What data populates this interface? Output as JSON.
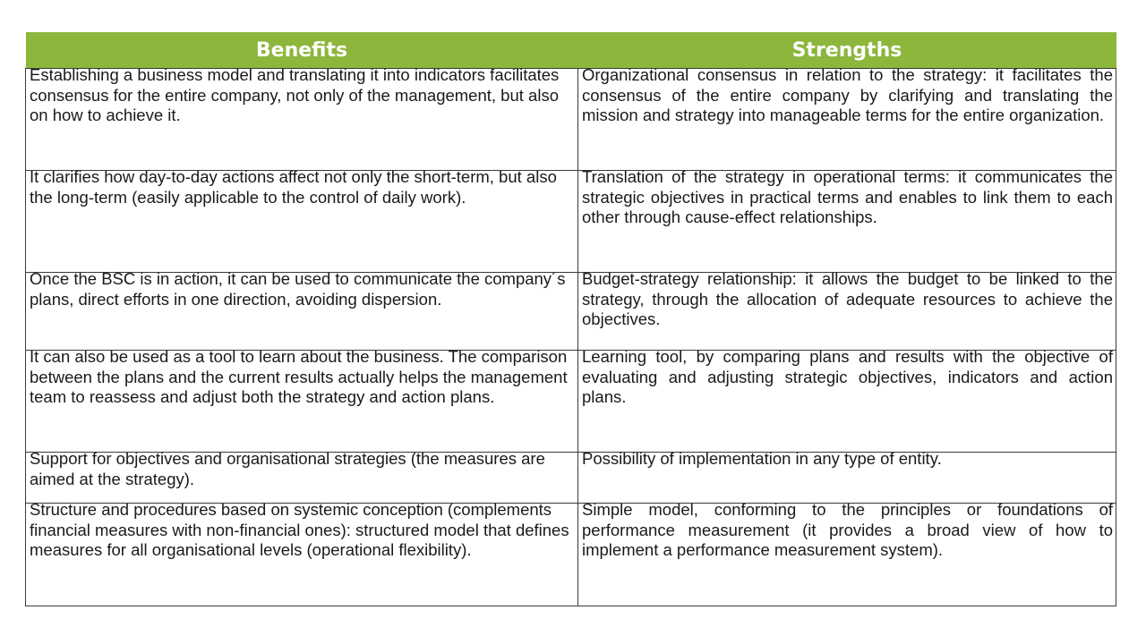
{
  "table": {
    "headers": {
      "benefits": "Benefits",
      "strengths": "Strengths"
    },
    "rows": [
      {
        "benefit": "Establishing a business model and translating it into indicators facilitates consensus for the entire company, not only of the management, but also on how to achieve it.",
        "strength": "Organizational consensus in relation to the strategy: it facilitates the consensus of the entire company by clarifying and translating the mission and strategy into manageable terms for the entire organization."
      },
      {
        "benefit": "It clarifies how day-to-day actions affect not only the short-term, but also the long-term (easily applicable to the control of daily work).",
        "strength": "Translation of the strategy in operational terms: it communicates the strategic objectives in practical terms and enables to link them to each other through cause-effect relationships."
      },
      {
        "benefit": "Once the BSC is in action, it can be used to communicate the company´s plans, direct efforts in one direction, avoiding dispersion.",
        "strength": "Budget-strategy relationship: it allows the budget to be linked to the strategy, through the allocation of adequate resources to achieve the objectives."
      },
      {
        "benefit": "It can also be used as a tool to learn about the business. The comparison between the plans and the current results actually helps the management team to reassess and adjust both the strategy and action plans.",
        "strength": "Learning tool, by comparing plans and results with the objective of evaluating and adjusting strategic objectives, indicators and action plans."
      },
      {
        "benefit": "Support for objectives and organisational strategies (the measures are aimed at the strategy).",
        "strength": "Possibility of implementation in any type of entity."
      },
      {
        "benefit": "Structure and procedures based on systemic conception (complements financial measures with non-financial ones): structured model that defines measures for all organisational levels (operational flexibility).",
        "strength": "Simple model, conforming to the principles or foundations of performance measurement (it provides a broad view of how to implement a performance measurement system)."
      }
    ]
  },
  "colors": {
    "header_background": "#8cb63c",
    "header_text": "#ffffff",
    "border": "#3a3a3a",
    "body_text": "#1a1a1a"
  }
}
